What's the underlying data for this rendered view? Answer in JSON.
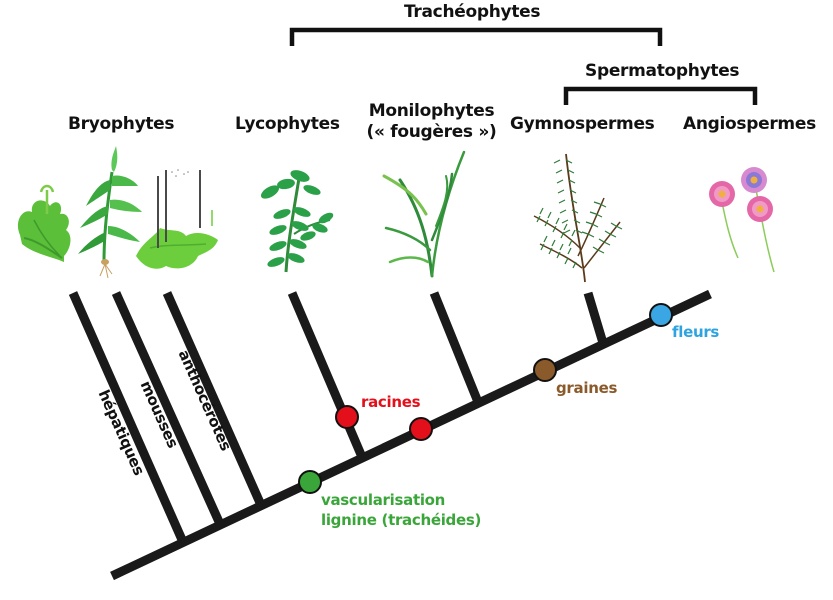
{
  "title": "Phylogeny of land plants",
  "groups": {
    "tracheophytes": "Trachéophytes",
    "spermatophytes": "Spermatophytes"
  },
  "taxa": [
    {
      "id": "bryophytes",
      "label": "Bryophytes",
      "label2": ""
    },
    {
      "id": "lycophytes",
      "label": "Lycophytes",
      "label2": ""
    },
    {
      "id": "monilophytes",
      "label": "Monilophytes",
      "label2": "(« fougères »)"
    },
    {
      "id": "gymnospermes",
      "label": "Gymnospermes",
      "label2": ""
    },
    {
      "id": "angiospermes",
      "label": "Angiospermes",
      "label2": ""
    }
  ],
  "branches": [
    {
      "id": "hepatiques",
      "label": "hépatiques"
    },
    {
      "id": "mousses",
      "label": "mousses"
    },
    {
      "id": "anthocerotes",
      "label": "anthocérotes"
    }
  ],
  "characters": [
    {
      "id": "vascularisation",
      "lines": [
        "vascularisation",
        "lignine (trachéides)"
      ],
      "color": "#3aa63a"
    },
    {
      "id": "racines",
      "lines": [
        "racines"
      ],
      "color": "#e3101c"
    },
    {
      "id": "graines",
      "lines": [
        "graines"
      ],
      "color": "#8b5a2b"
    },
    {
      "id": "fleurs",
      "lines": [
        "fleurs"
      ],
      "color": "#2ea3e0"
    }
  ],
  "colors": {
    "tree": "#1a1a1a",
    "green_marker": "#3aa63a",
    "red_marker": "#e3101c",
    "brown_marker": "#8b5a2b",
    "blue_marker": "#3aa6e3"
  }
}
